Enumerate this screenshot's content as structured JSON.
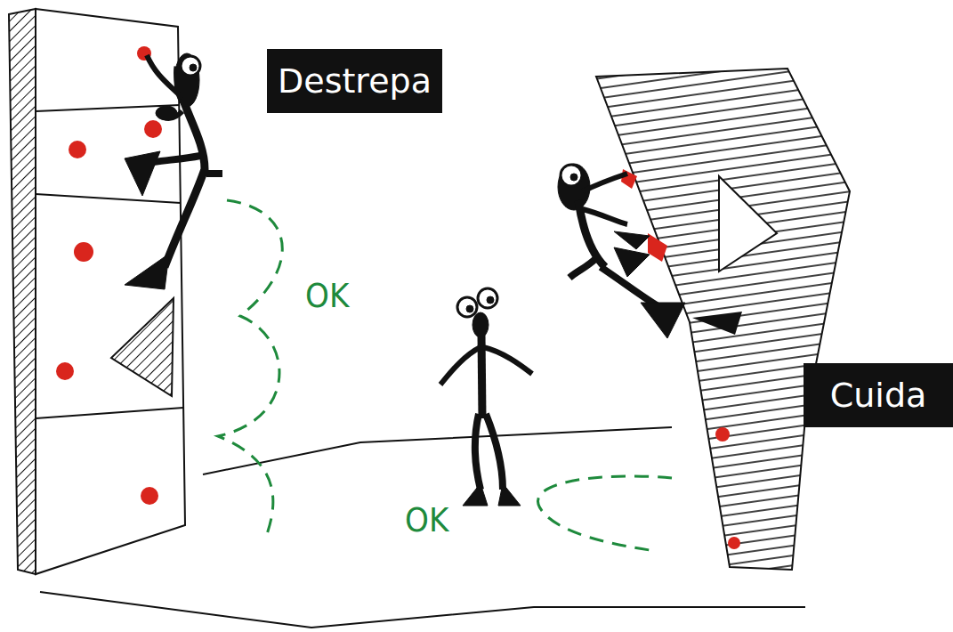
{
  "diagram": {
    "nodes": [
      {
        "text": [
          "Destrepa"
        ]
      },
      {
        "text": [
          "Cuida"
        ]
      }
    ],
    "labels": [
      "OK",
      "OK"
    ]
  }
}
